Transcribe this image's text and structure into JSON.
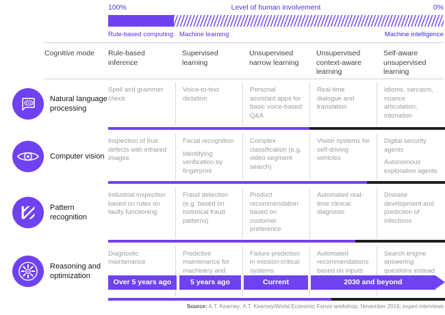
{
  "colors": {
    "accent_purple": "#6F42F1",
    "bar_black": "#1E1E1C",
    "header_text_purple": "#5A2BE8",
    "machine_intelligence_blue": "#3B2BD6"
  },
  "involvement_header": {
    "left_percent": "100%",
    "title": "Level of human involvement",
    "right_percent": "0%",
    "solid_pct": 19.5,
    "labels": {
      "solid": "Rule-based computing",
      "hatched": "Machine learning",
      "right": "Machine intelligence"
    }
  },
  "table": {
    "corner_header": "Cognitive mode",
    "column_headers": [
      "Rule-based inference",
      "Supervised learning",
      "Unsupervised narrow learning",
      "Unsupervised context-aware learning",
      "Self-aware unsupervised learning"
    ],
    "rows": [
      {
        "label": "Natural language processing",
        "icon": "speech-bubble",
        "progress_pct": 59.8,
        "cells": [
          [
            "Spell and grammer check"
          ],
          [
            "Voice-to-text dictation"
          ],
          [
            "Personal assistant apps for basic voice-based Q&A"
          ],
          [
            "Real-time dialogue and translation"
          ],
          [
            "Idioms, sarcasm, nuance articulation, intonation"
          ]
        ]
      },
      {
        "label": "Computer vision",
        "icon": "eye",
        "progress_pct": 76.9,
        "cells": [
          [
            "Inspection of fruit defects with infrared images"
          ],
          [
            "Facial recognition",
            "Identifying verification by fingerprint"
          ],
          [
            "Complex classification (e.g. video segment search)"
          ],
          [
            "Vision systems for self-driving vehicles"
          ],
          [
            "Digital security agents",
            "Autonomous exploration agents"
          ]
        ]
      },
      {
        "label": "Pattern recognition",
        "icon": "diagonal-stripes",
        "progress_pct": 73.3,
        "cells": [
          [
            "Industrial inspection based on rules on faulty functioning"
          ],
          [
            "Fraud detection (e.g. based on historical fraud patterns)"
          ],
          [
            "Product recommendation based on customer preference"
          ],
          [
            "Automated real-time clinical diagnosis"
          ],
          [
            "Disease development and prediction of infections"
          ]
        ]
      },
      {
        "label": "Reasoning and optimization",
        "icon": "wheel",
        "progress_pct": 66.3,
        "cells": [
          [
            "Diagnostic maintenance"
          ],
          [
            "Predictive maintenance for machinery and vehicles"
          ],
          [
            "Failure prediction in mission-critical systems"
          ],
          [
            "Automated recommendations based on inputs in value chain"
          ],
          [
            "Search engine answering questions instead of giving search results"
          ]
        ]
      }
    ]
  },
  "timeline": [
    "Over 5 years ago",
    "5 years ago",
    "Current",
    "2030 and beyond"
  ],
  "source": {
    "label": "Source:",
    "text": " A.T. Kearney; A.T. Kearney/World Economic Forum workshop, November 2016; expert interviews"
  }
}
